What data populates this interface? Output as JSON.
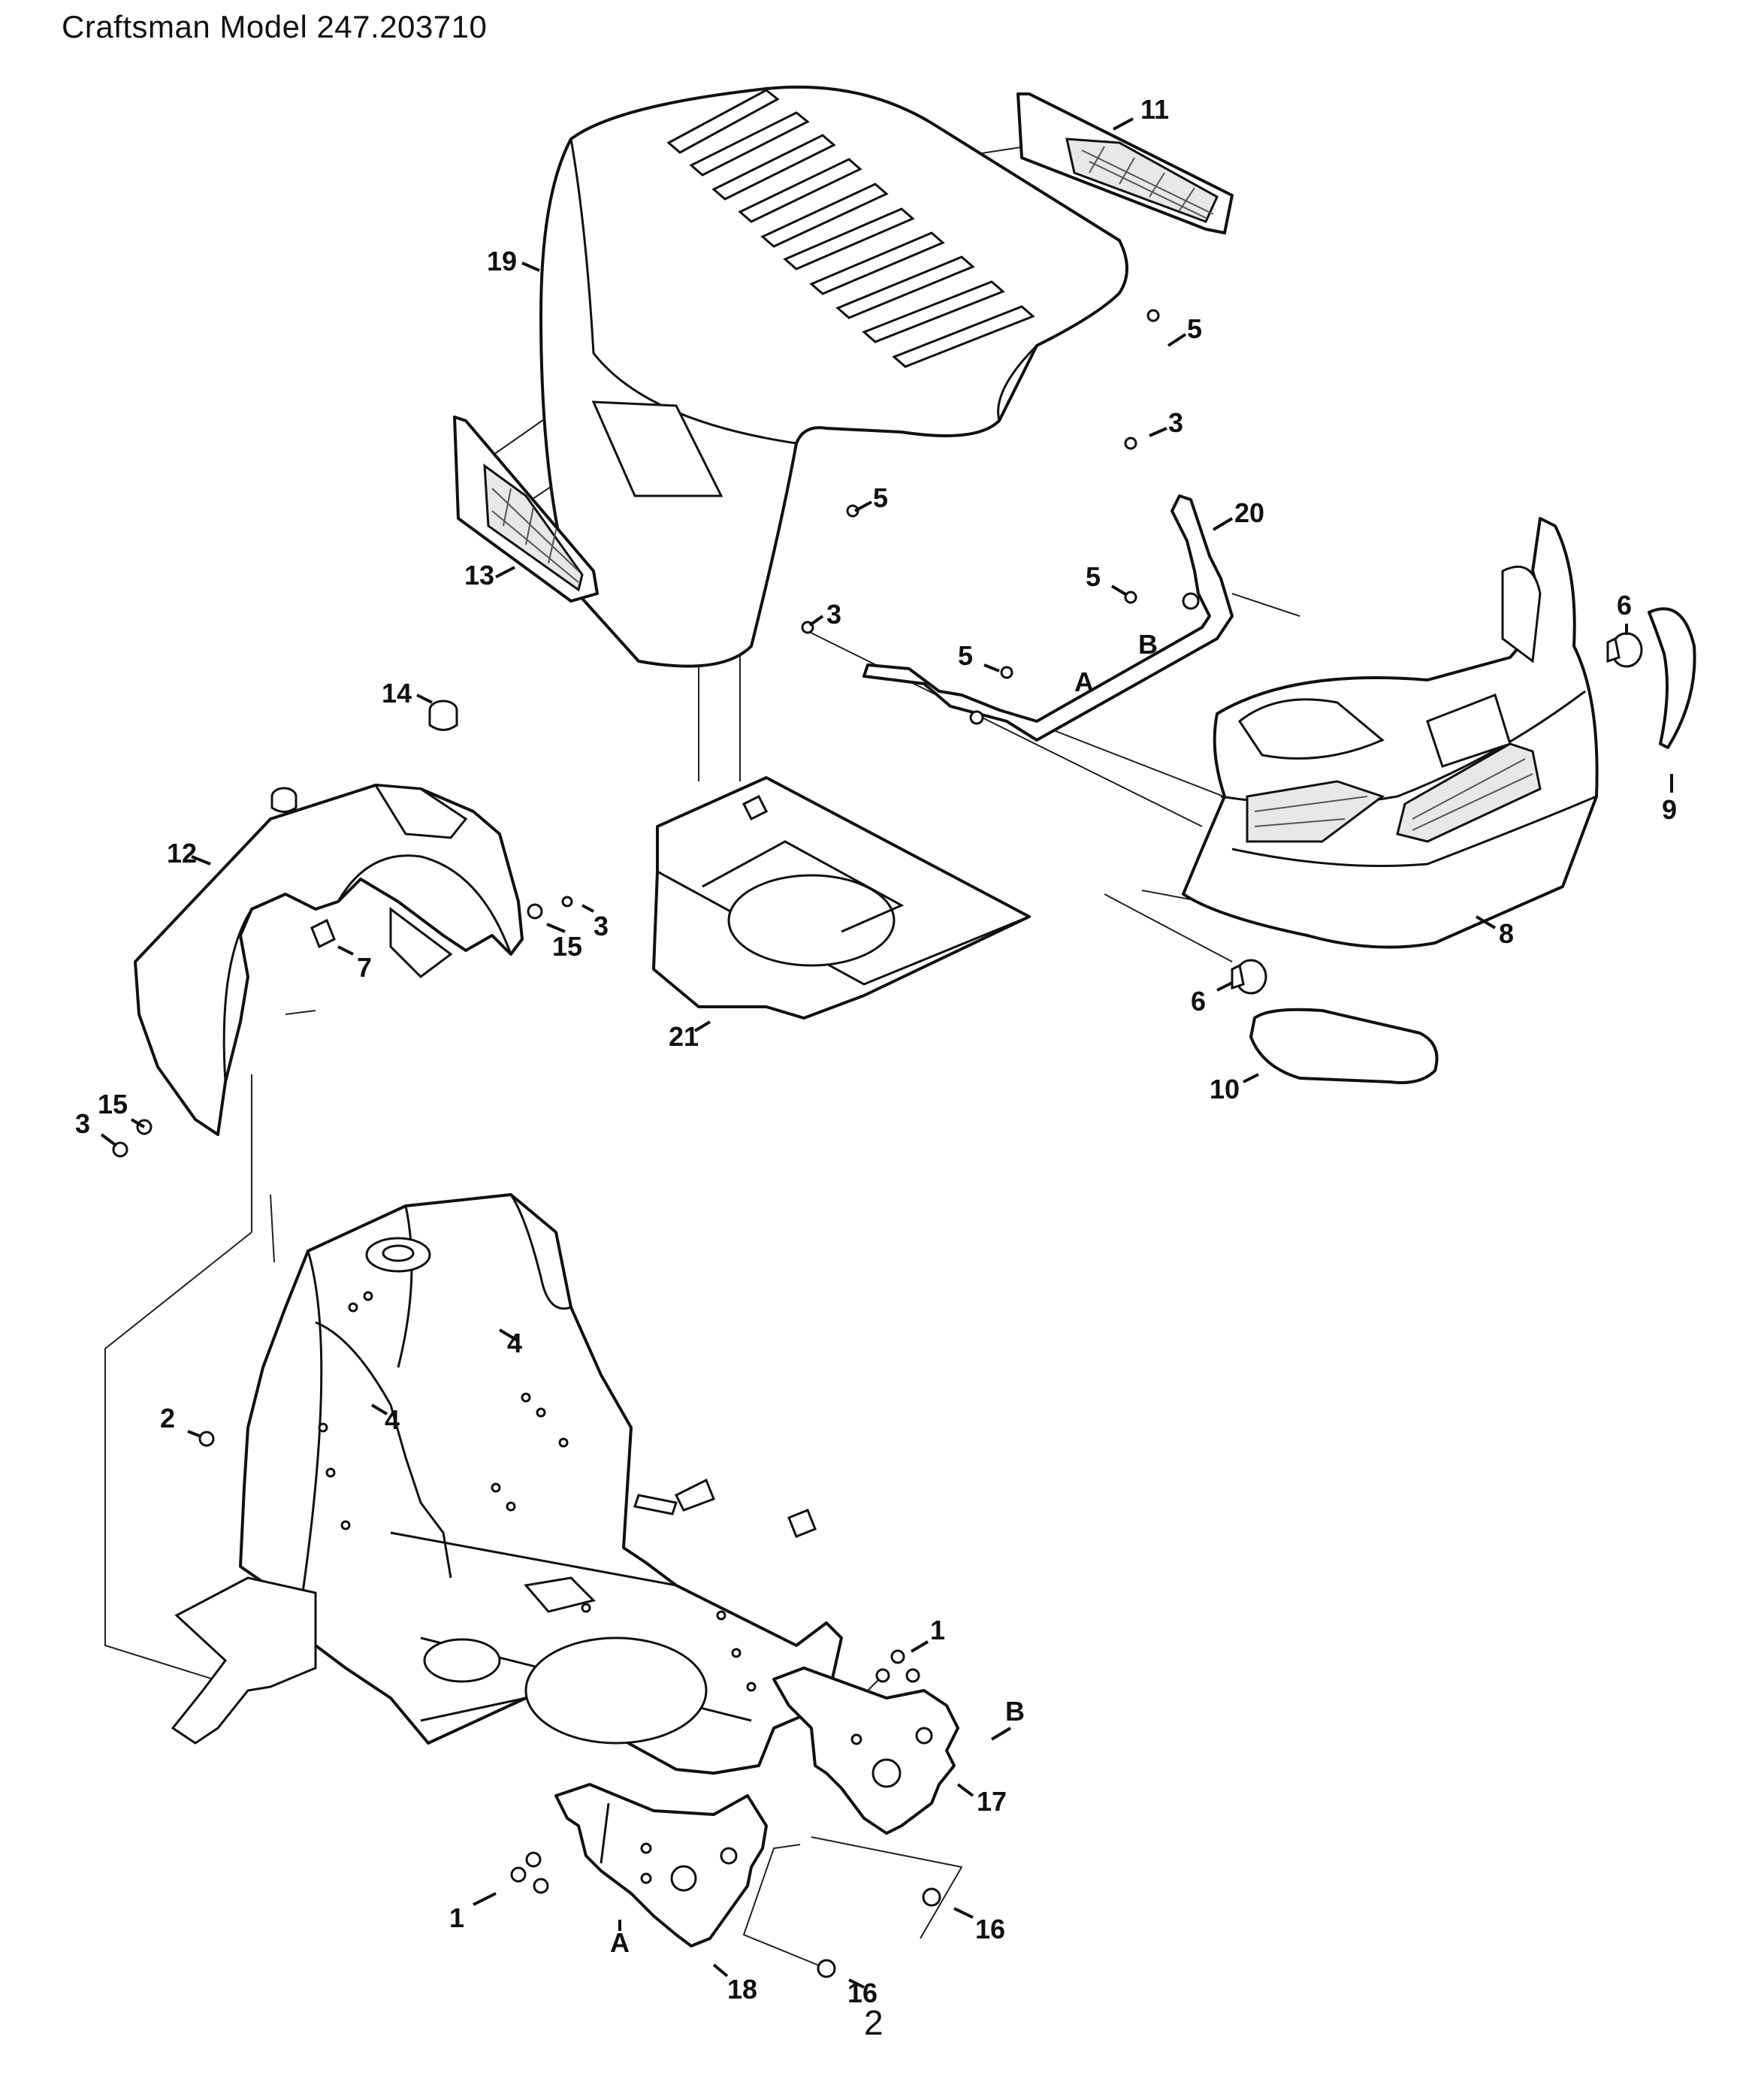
{
  "page": {
    "title": "Craftsman Model 247.203710",
    "page_number": "2"
  },
  "callouts": {
    "c11": "11",
    "c19": "19",
    "c5a": "5",
    "c3a": "3",
    "c20": "20",
    "c5b": "5",
    "c13": "13",
    "c3b": "3",
    "c5c": "5",
    "c5d": "5",
    "cB1": "B",
    "cA1": "A",
    "c6a": "6",
    "c9": "9",
    "c14": "14",
    "c12": "12",
    "c7": "7",
    "c3c": "3",
    "c15a": "15",
    "c8": "8",
    "c21": "21",
    "c6b": "6",
    "c10": "10",
    "c15b": "15",
    "c3d": "3",
    "c4a": "4",
    "c4b": "4",
    "c2": "2",
    "c1a": "1",
    "cB2": "B",
    "c17": "17",
    "c1b": "1",
    "c16a": "16",
    "cA2": "A",
    "c16b": "16",
    "c18": "18"
  }
}
